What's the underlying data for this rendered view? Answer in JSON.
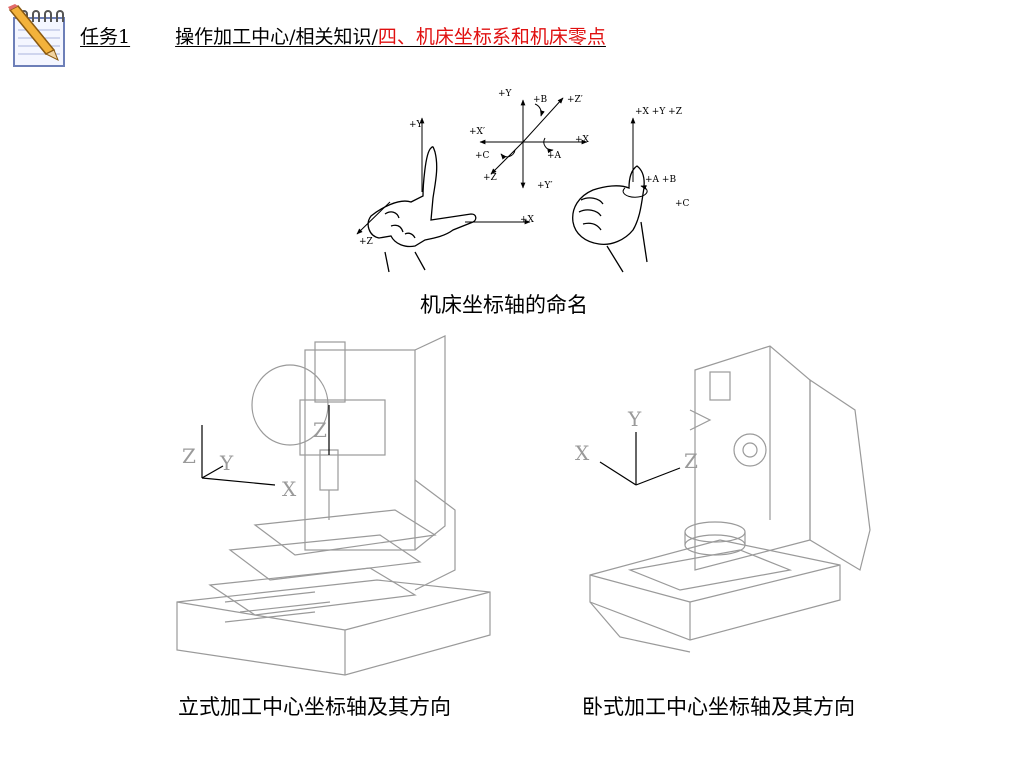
{
  "header": {
    "task": "任务1",
    "path": "操作加工中心/相关知识/",
    "highlight": "四、机床坐标系和机床零点"
  },
  "hand_figure": {
    "left_labels": [
      "+Y",
      "+X",
      "+Z"
    ],
    "center_labels": [
      "+Y",
      "+B",
      "+Z′",
      "+X′",
      "+X",
      "+C",
      "+A",
      "+Z",
      "+Y′"
    ],
    "right_labels": [
      "+X +Y +Z",
      "+A +B",
      "+C"
    ]
  },
  "captions": {
    "hand": "机床坐标轴的命名",
    "vertical": "立式加工中心坐标轴及其方向",
    "horizontal": "卧式加工中心坐标轴及其方向"
  },
  "vertical_axes": [
    "Z",
    "Y",
    "X",
    "Z"
  ],
  "horizontal_axes": [
    "Y",
    "X",
    "Z"
  ],
  "colors": {
    "highlight": "#e01010",
    "ink": "#000000",
    "line_art": "#9a9a9a"
  },
  "icons": [
    "notepad-pencil-icon"
  ]
}
